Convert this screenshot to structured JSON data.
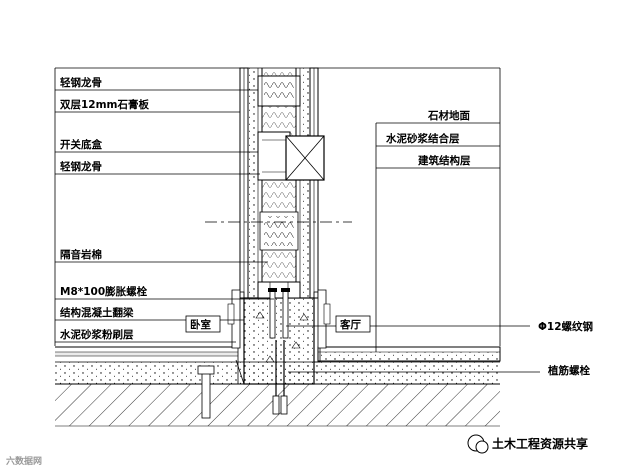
{
  "left_labels": [
    {
      "text": "轻钢龙骨"
    },
    {
      "text": "双层12mm石膏板"
    },
    {
      "text": "开关底盒"
    },
    {
      "text": "轻钢龙骨"
    },
    {
      "text": "隔音岩棉"
    },
    {
      "text": "M8*100膨胀螺栓"
    },
    {
      "text": "结构混凝土翻梁"
    },
    {
      "text": "水泥砂浆粉刷层"
    }
  ],
  "right_labels": [
    {
      "text": "石材地面"
    },
    {
      "text": "水泥砂浆结合层"
    },
    {
      "text": "建筑结构层"
    },
    {
      "text": "Φ12螺纹钢"
    },
    {
      "text": "植筋螺栓"
    }
  ],
  "room_labels": {
    "left": "卧室",
    "right": "客厅"
  },
  "watermark": {
    "brand": "土木工程资源共享",
    "corner": "六数据网"
  }
}
